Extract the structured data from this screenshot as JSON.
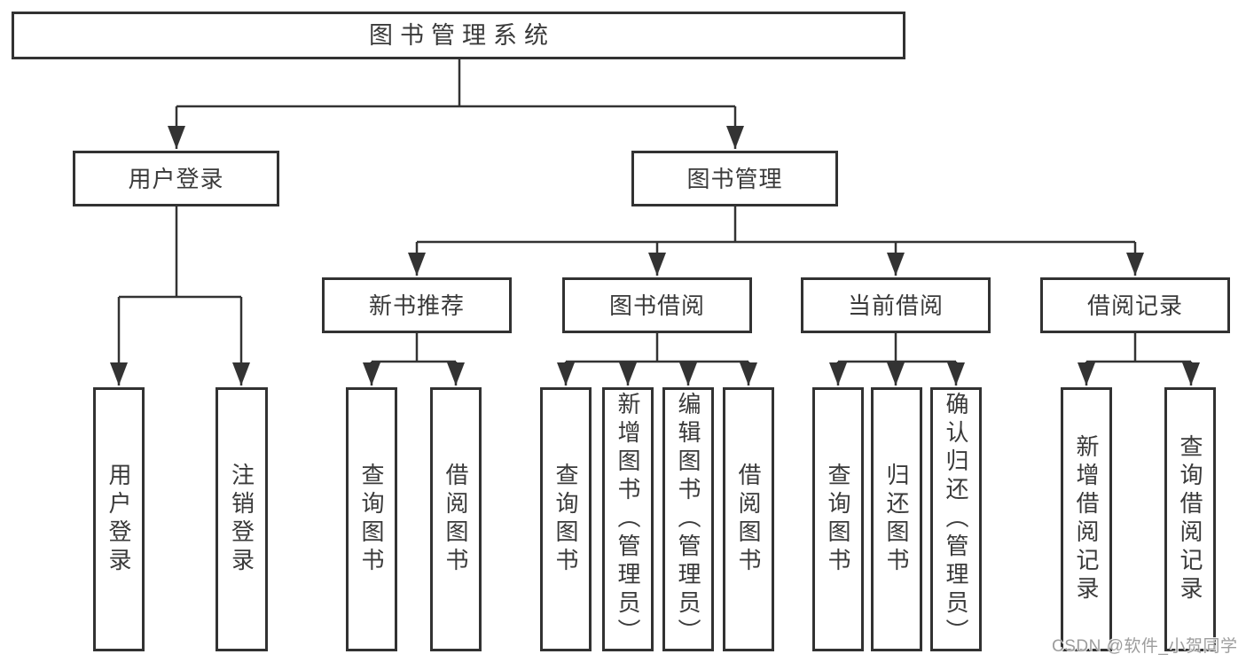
{
  "diagram": {
    "type": "hierarchy-tree",
    "title": "图书管理系统",
    "watermark": "CSDN @软件_小贺同学",
    "colors": {
      "line": "#333333",
      "box_border": "#323232",
      "text": "#3a3a3a",
      "background": "#ffffff",
      "watermark": "#9d9d9d"
    },
    "nodes": {
      "root": {
        "label": "图书管理系统"
      },
      "user_login": {
        "label": "用户登录"
      },
      "book_mgmt": {
        "label": "图书管理"
      },
      "new_book_rec": {
        "label": "新书推荐"
      },
      "book_borrow": {
        "label": "图书借阅"
      },
      "current_borrow": {
        "label": "当前借阅"
      },
      "borrow_records": {
        "label": "借阅记录"
      },
      "leaf_user_login": {
        "label": "用户登录"
      },
      "leaf_logout": {
        "label": "注销登录"
      },
      "leaf_query_book_rec": {
        "label": "查询图书"
      },
      "leaf_borrow_book_rec": {
        "label": "借阅图书"
      },
      "leaf_query_book_borrow": {
        "label": "查询图书"
      },
      "leaf_add_book_admin": {
        "label": "新增图书（管理员）"
      },
      "leaf_edit_book_admin": {
        "label": "编辑图书（管理员）"
      },
      "leaf_borrow_book_borrow": {
        "label": "借阅图书"
      },
      "leaf_query_book_current": {
        "label": "查询图书"
      },
      "leaf_return_book": {
        "label": "归还图书"
      },
      "leaf_confirm_return_admin": {
        "label": "确认归还（管理员）"
      },
      "leaf_add_borrow_record": {
        "label": "新增借阅记录"
      },
      "leaf_query_borrow_record": {
        "label": "查询借阅记录"
      }
    },
    "edges": [
      [
        "图书管理系统",
        "用户登录"
      ],
      [
        "图书管理系统",
        "图书管理"
      ],
      [
        "用户登录",
        "用户登录"
      ],
      [
        "用户登录",
        "注销登录"
      ],
      [
        "图书管理",
        "新书推荐"
      ],
      [
        "图书管理",
        "图书借阅"
      ],
      [
        "图书管理",
        "当前借阅"
      ],
      [
        "图书管理",
        "借阅记录"
      ],
      [
        "新书推荐",
        "查询图书"
      ],
      [
        "新书推荐",
        "借阅图书"
      ],
      [
        "图书借阅",
        "查询图书"
      ],
      [
        "图书借阅",
        "新增图书（管理员）"
      ],
      [
        "图书借阅",
        "编辑图书（管理员）"
      ],
      [
        "图书借阅",
        "借阅图书"
      ],
      [
        "当前借阅",
        "查询图书"
      ],
      [
        "当前借阅",
        "归还图书"
      ],
      [
        "当前借阅",
        "确认归还（管理员）"
      ],
      [
        "借阅记录",
        "新增借阅记录"
      ],
      [
        "借阅记录",
        "查询借阅记录"
      ]
    ]
  }
}
